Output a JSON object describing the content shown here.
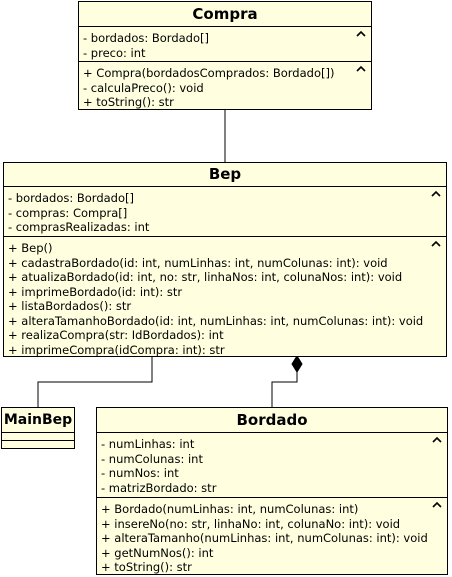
{
  "classes": {
    "compra": {
      "name": "Compra",
      "attributes": [
        "- bordados: Bordado[]",
        "- preco: int"
      ],
      "methods": [
        "+ Compra(bordadosComprados: Bordado[])",
        "- calculaPreco(): void",
        "+ toString(): str"
      ]
    },
    "bep": {
      "name": "Bep",
      "attributes": [
        "- bordados: Bordado[]",
        "- compras: Compra[]",
        "- comprasRealizadas: int"
      ],
      "methods": [
        "+ Bep()",
        "+ cadastraBordado(id: int, numLinhas: int, numColunas: int): void",
        "+ atualizaBordado(id: int, no: str, linhaNos: int, colunaNos: int): void",
        "+ imprimeBordado(id: int): str",
        "+ listaBordados(): str",
        "+ alteraTamanhoBordado(id: int, numLinhas: int, numColunas: int): void",
        "+ realizaCompra(str: IdBordados): int",
        "+ imprimeCompra(idCompra: int): str"
      ]
    },
    "mainbep": {
      "name": "MainBep"
    },
    "bordado": {
      "name": "Bordado",
      "attributes": [
        "- numLinhas: int",
        "- numColunas: int",
        "- numNos: int",
        "- matrizBordado: str"
      ],
      "methods": [
        "+ Bordado(numLinhas: int, numColunas: int)",
        "+ insereNo(no: str, linhaNo: int, colunaNo: int): void",
        "+ alteraTamanho(numLinhas: int, numColunas: int): void",
        "+ getNumNos(): int",
        "+ toString(): str"
      ]
    }
  },
  "colors": {
    "class_fill": "#ffffe0",
    "stroke": "#000000"
  },
  "icons": {
    "collapse": "caret-up-icon"
  }
}
